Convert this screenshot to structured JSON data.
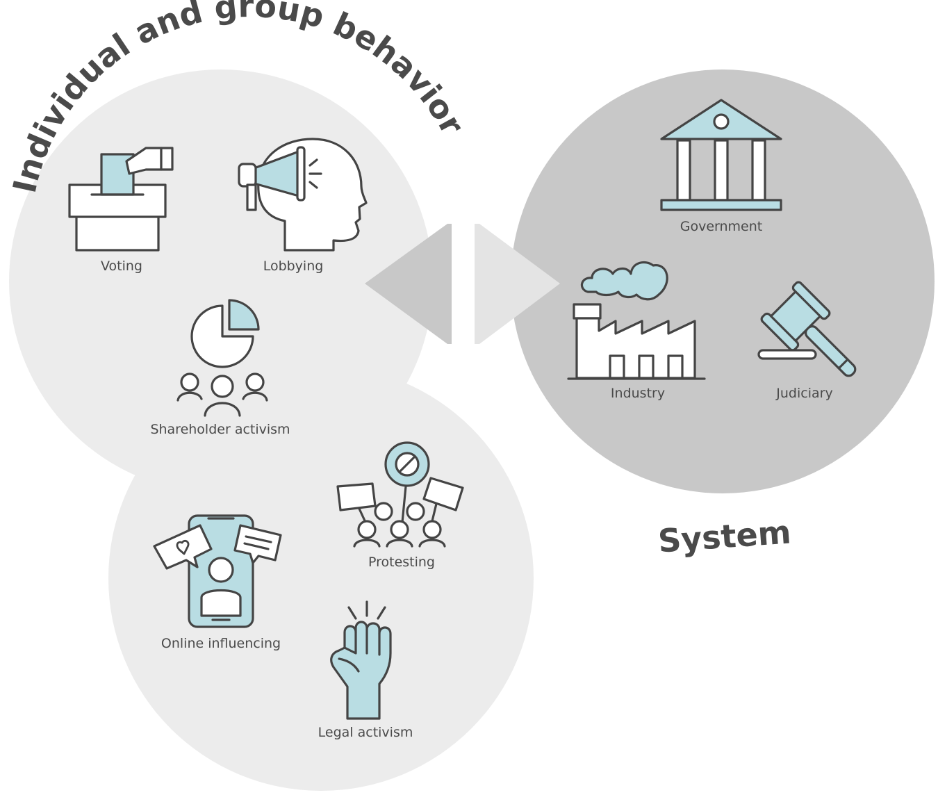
{
  "titles": {
    "individual": "Individual and group behavior",
    "system": "System"
  },
  "individual_items": {
    "voting": "Voting",
    "lobbying": "Lobbying",
    "shareholder": "Shareholder activism",
    "protesting": "Protesting",
    "online": "Online influencing",
    "legal": "Legal activism"
  },
  "system_items": {
    "government": "Government",
    "industry": "Industry",
    "judiciary": "Judiciary"
  },
  "colors": {
    "light_circle": "#ececec",
    "dark_circle": "#c8c8c8",
    "accent_blue": "#b9dde3",
    "stroke": "#444444",
    "text": "#4a4a4a"
  },
  "icons": [
    "ballot-box-icon",
    "megaphone-head-icon",
    "pie-chart-people-icon",
    "protest-signs-icon",
    "phone-influencer-icon",
    "raised-fist-icon",
    "courthouse-icon",
    "factory-icon",
    "gavel-icon",
    "left-arrow-icon",
    "right-arrow-icon"
  ]
}
